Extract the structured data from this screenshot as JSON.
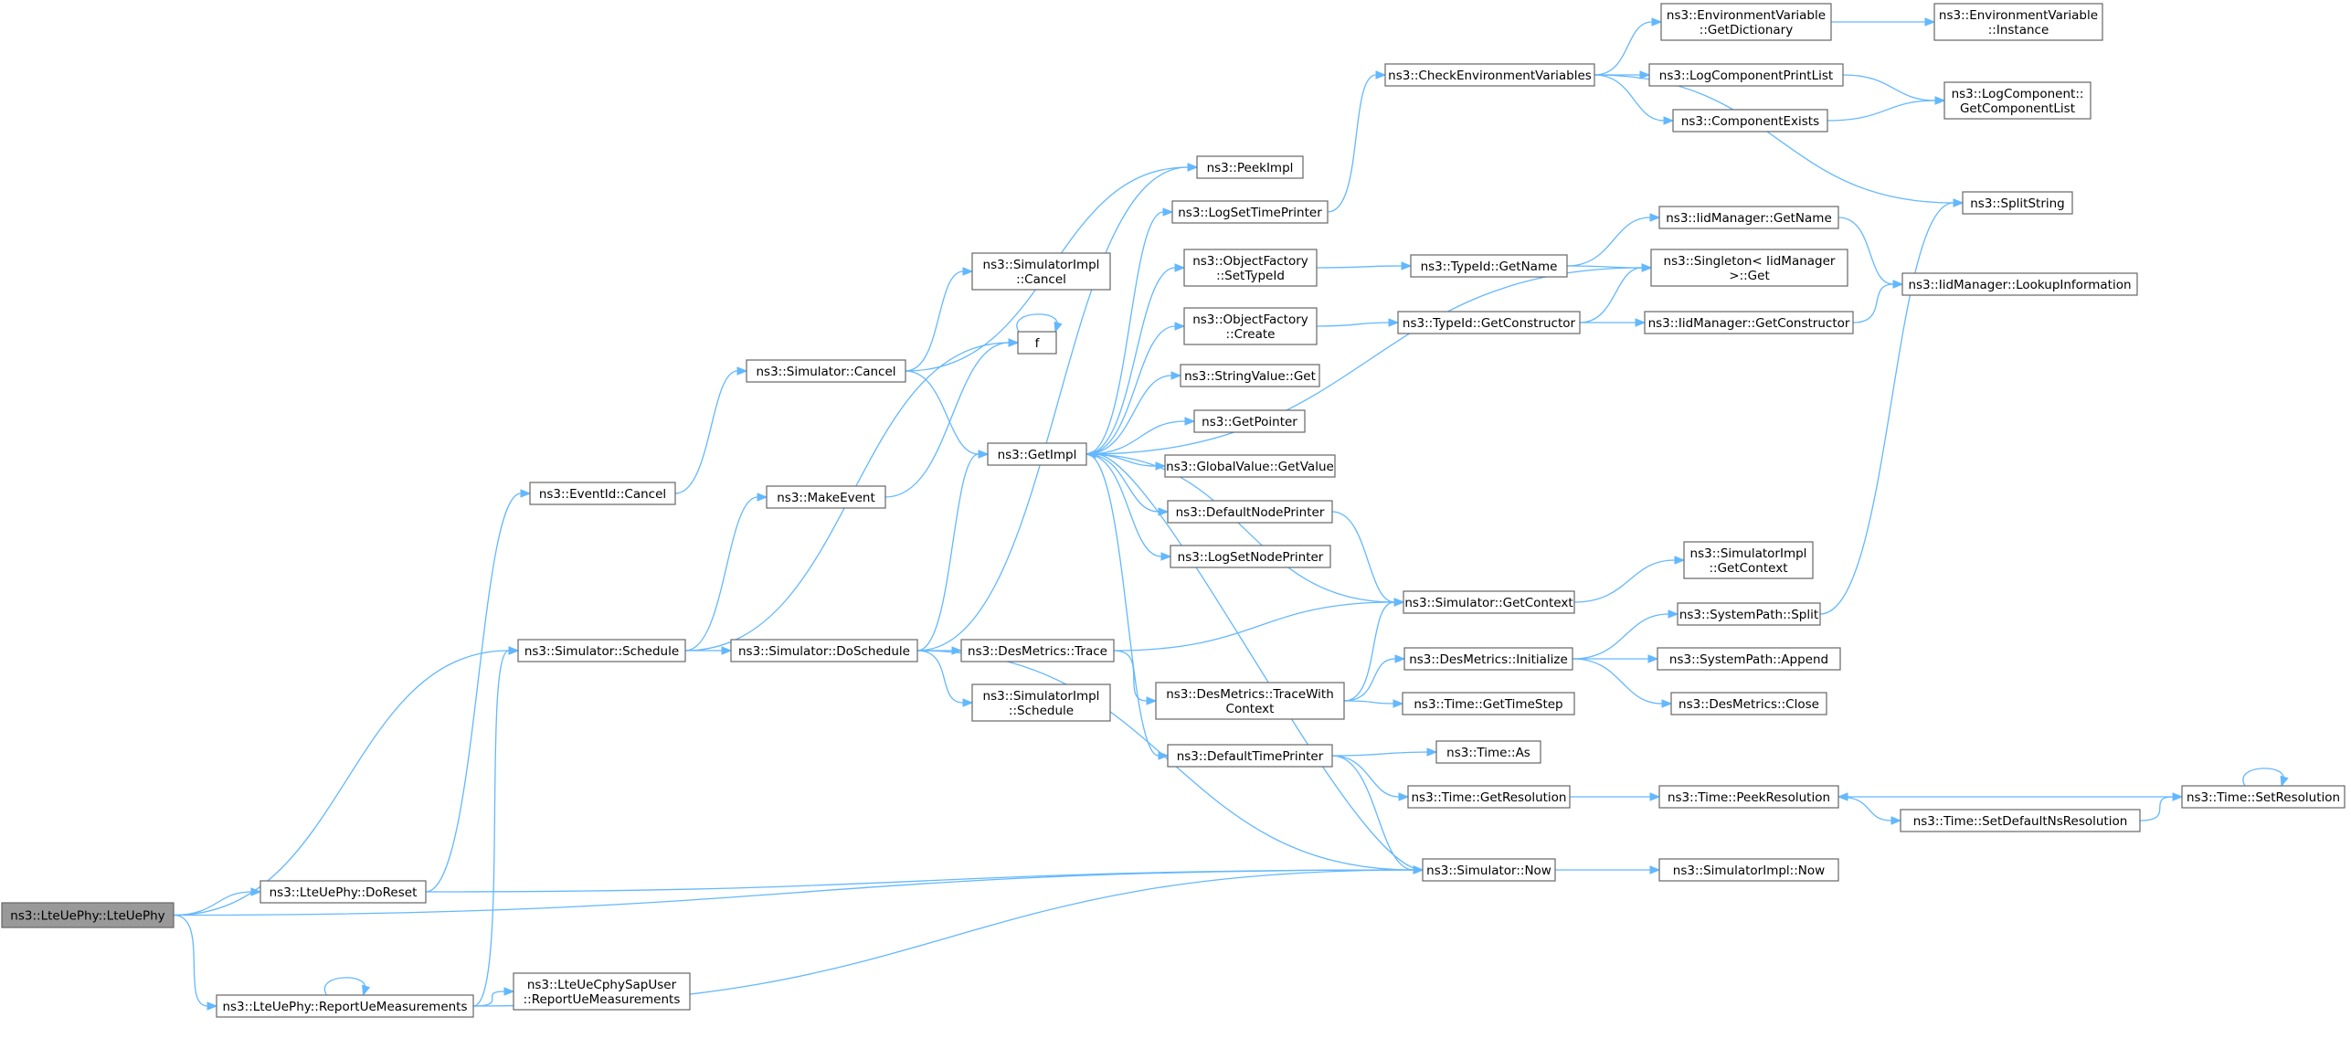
{
  "graph": {
    "edge_color": "#63b8ff",
    "node_border_color": "#666666",
    "root_fill_color": "#999999",
    "nodes": [
      {
        "id": "lteuephy",
        "lines": [
          "ns3::LteUePhy::LteUePhy"
        ],
        "root": true
      },
      {
        "id": "doreset",
        "lines": [
          "ns3::LteUePhy::DoReset"
        ]
      },
      {
        "id": "reportue",
        "lines": [
          "ns3::LteUePhy::ReportUeMeasurements"
        ]
      },
      {
        "id": "eventcancel",
        "lines": [
          "ns3::EventId::Cancel"
        ]
      },
      {
        "id": "schedule",
        "lines": [
          "ns3::Simulator::Schedule"
        ]
      },
      {
        "id": "cphysap",
        "lines": [
          "ns3::LteUeCphySapUser",
          "::ReportUeMeasurements"
        ]
      },
      {
        "id": "simcancel",
        "lines": [
          "ns3::Simulator::Cancel"
        ]
      },
      {
        "id": "makeevent",
        "lines": [
          "ns3::MakeEvent"
        ]
      },
      {
        "id": "doschedule",
        "lines": [
          "ns3::Simulator::DoSchedule"
        ]
      },
      {
        "id": "peekimpl",
        "lines": [
          "ns3::PeekImpl"
        ]
      },
      {
        "id": "implcancel",
        "lines": [
          "ns3::SimulatorImpl",
          "::Cancel"
        ]
      },
      {
        "id": "getimpl",
        "lines": [
          "ns3::GetImpl"
        ]
      },
      {
        "id": "f",
        "lines": [
          "f"
        ]
      },
      {
        "id": "destrace",
        "lines": [
          "ns3::DesMetrics::Trace"
        ]
      },
      {
        "id": "implschedule",
        "lines": [
          "ns3::SimulatorImpl",
          "::Schedule"
        ]
      },
      {
        "id": "logsettime",
        "lines": [
          "ns3::LogSetTimePrinter"
        ]
      },
      {
        "id": "ofsettype",
        "lines": [
          "ns3::ObjectFactory",
          "::SetTypeId"
        ]
      },
      {
        "id": "ofcreate",
        "lines": [
          "ns3::ObjectFactory",
          "::Create"
        ]
      },
      {
        "id": "strget",
        "lines": [
          "ns3::StringValue::Get"
        ]
      },
      {
        "id": "getpointer",
        "lines": [
          "ns3::GetPointer"
        ]
      },
      {
        "id": "gvget",
        "lines": [
          "ns3::GlobalValue::GetValue"
        ]
      },
      {
        "id": "defnode",
        "lines": [
          "ns3::DefaultNodePrinter"
        ]
      },
      {
        "id": "logsetnode",
        "lines": [
          "ns3::LogSetNodePrinter"
        ]
      },
      {
        "id": "tracectx",
        "lines": [
          "ns3::DesMetrics::TraceWith",
          "Context"
        ]
      },
      {
        "id": "deftime",
        "lines": [
          "ns3::DefaultTimePrinter"
        ]
      },
      {
        "id": "checkenv",
        "lines": [
          "ns3::CheckEnvironmentVariables"
        ]
      },
      {
        "id": "tidgetname",
        "lines": [
          "ns3::TypeId::GetName"
        ]
      },
      {
        "id": "tidgetctor",
        "lines": [
          "ns3::TypeId::GetConstructor"
        ]
      },
      {
        "id": "simgetctx",
        "lines": [
          "ns3::Simulator::GetContext"
        ]
      },
      {
        "id": "desinit",
        "lines": [
          "ns3::DesMetrics::Initialize"
        ]
      },
      {
        "id": "timegetstep",
        "lines": [
          "ns3::Time::GetTimeStep"
        ]
      },
      {
        "id": "timeas",
        "lines": [
          "ns3::Time::As"
        ]
      },
      {
        "id": "timegetres",
        "lines": [
          "ns3::Time::GetResolution"
        ]
      },
      {
        "id": "simnow",
        "lines": [
          "ns3::Simulator::Now"
        ]
      },
      {
        "id": "envgetdict",
        "lines": [
          "ns3::EnvironmentVariable",
          "::GetDictionary"
        ]
      },
      {
        "id": "logcompprint",
        "lines": [
          "ns3::LogComponentPrintList"
        ]
      },
      {
        "id": "compexists",
        "lines": [
          "ns3::ComponentExists"
        ]
      },
      {
        "id": "iidgetname",
        "lines": [
          "ns3::IidManager::GetName"
        ]
      },
      {
        "id": "singleton",
        "lines": [
          "ns3::Singleton< IidManager",
          "  >::Get"
        ]
      },
      {
        "id": "iidgetctor",
        "lines": [
          "ns3::IidManager::GetConstructor"
        ]
      },
      {
        "id": "implgetctx",
        "lines": [
          "ns3::SimulatorImpl",
          "::GetContext"
        ]
      },
      {
        "id": "syssplit",
        "lines": [
          "ns3::SystemPath::Split"
        ]
      },
      {
        "id": "sysappend",
        "lines": [
          "ns3::SystemPath::Append"
        ]
      },
      {
        "id": "desclose",
        "lines": [
          "ns3::DesMetrics::Close"
        ]
      },
      {
        "id": "timepeekres",
        "lines": [
          "ns3::Time::PeekResolution"
        ]
      },
      {
        "id": "timesetdef",
        "lines": [
          "ns3::Time::SetDefaultNsResolution"
        ]
      },
      {
        "id": "implnow",
        "lines": [
          "ns3::SimulatorImpl::Now"
        ]
      },
      {
        "id": "envinstance",
        "lines": [
          "ns3::EnvironmentVariable",
          "::Instance"
        ]
      },
      {
        "id": "logcomplist",
        "lines": [
          "ns3::LogComponent::",
          "GetComponentList"
        ]
      },
      {
        "id": "splitstring",
        "lines": [
          "ns3::SplitString"
        ]
      },
      {
        "id": "iidlookup",
        "lines": [
          "ns3::IidManager::LookupInformation"
        ]
      },
      {
        "id": "timesetres",
        "lines": [
          "ns3::Time::SetResolution"
        ]
      }
    ]
  }
}
